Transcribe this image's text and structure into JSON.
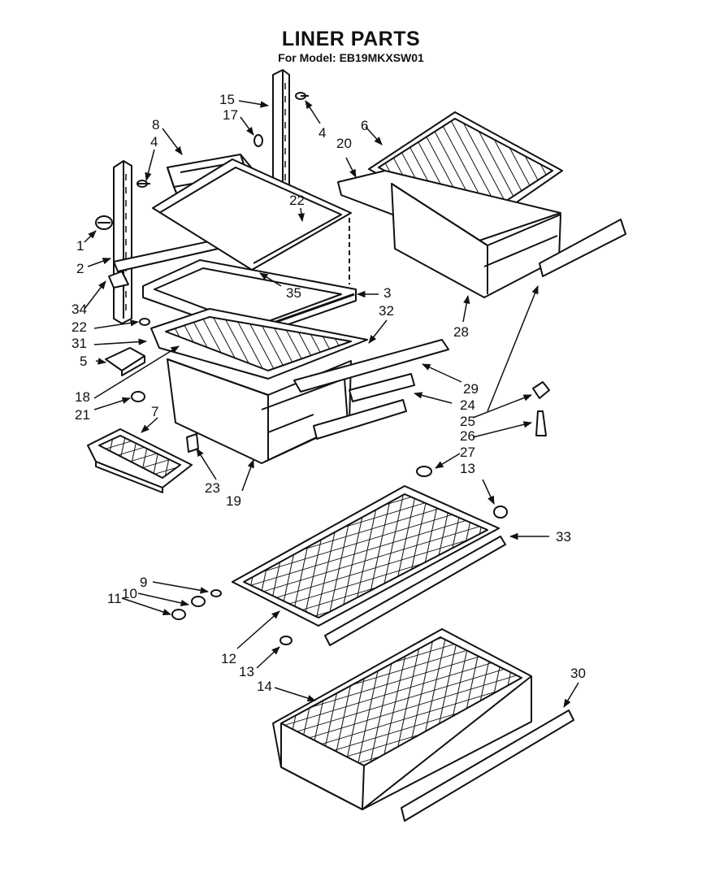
{
  "header": {
    "title": "LINER PARTS",
    "subtitle": "For Model: EB19MKXSW01"
  },
  "callouts": [
    {
      "id": "c15",
      "text": "15"
    },
    {
      "id": "c17",
      "text": "17"
    },
    {
      "id": "c4a",
      "text": "4"
    },
    {
      "id": "c8",
      "text": "8"
    },
    {
      "id": "c4b",
      "text": "4"
    },
    {
      "id": "c20",
      "text": "20"
    },
    {
      "id": "c6",
      "text": "6"
    },
    {
      "id": "c22a",
      "text": "22"
    },
    {
      "id": "c1",
      "text": "1"
    },
    {
      "id": "c2",
      "text": "2"
    },
    {
      "id": "c35",
      "text": "35"
    },
    {
      "id": "c3",
      "text": "3"
    },
    {
      "id": "c34",
      "text": "34"
    },
    {
      "id": "c22b",
      "text": "22"
    },
    {
      "id": "c32",
      "text": "32"
    },
    {
      "id": "c28",
      "text": "28"
    },
    {
      "id": "c31",
      "text": "31"
    },
    {
      "id": "c5",
      "text": "5"
    },
    {
      "id": "c18",
      "text": "18"
    },
    {
      "id": "c29",
      "text": "29"
    },
    {
      "id": "c24",
      "text": "24"
    },
    {
      "id": "c21",
      "text": "21"
    },
    {
      "id": "c7",
      "text": "7"
    },
    {
      "id": "c25",
      "text": "25"
    },
    {
      "id": "c26",
      "text": "26"
    },
    {
      "id": "c23",
      "text": "23"
    },
    {
      "id": "c19",
      "text": "19"
    },
    {
      "id": "c27",
      "text": "27"
    },
    {
      "id": "c13a",
      "text": "13"
    },
    {
      "id": "c33",
      "text": "33"
    },
    {
      "id": "c9",
      "text": "9"
    },
    {
      "id": "c10",
      "text": "10"
    },
    {
      "id": "c11",
      "text": "11"
    },
    {
      "id": "c12",
      "text": "12"
    },
    {
      "id": "c13b",
      "text": "13"
    },
    {
      "id": "c14",
      "text": "14"
    },
    {
      "id": "c30",
      "text": "30"
    }
  ]
}
